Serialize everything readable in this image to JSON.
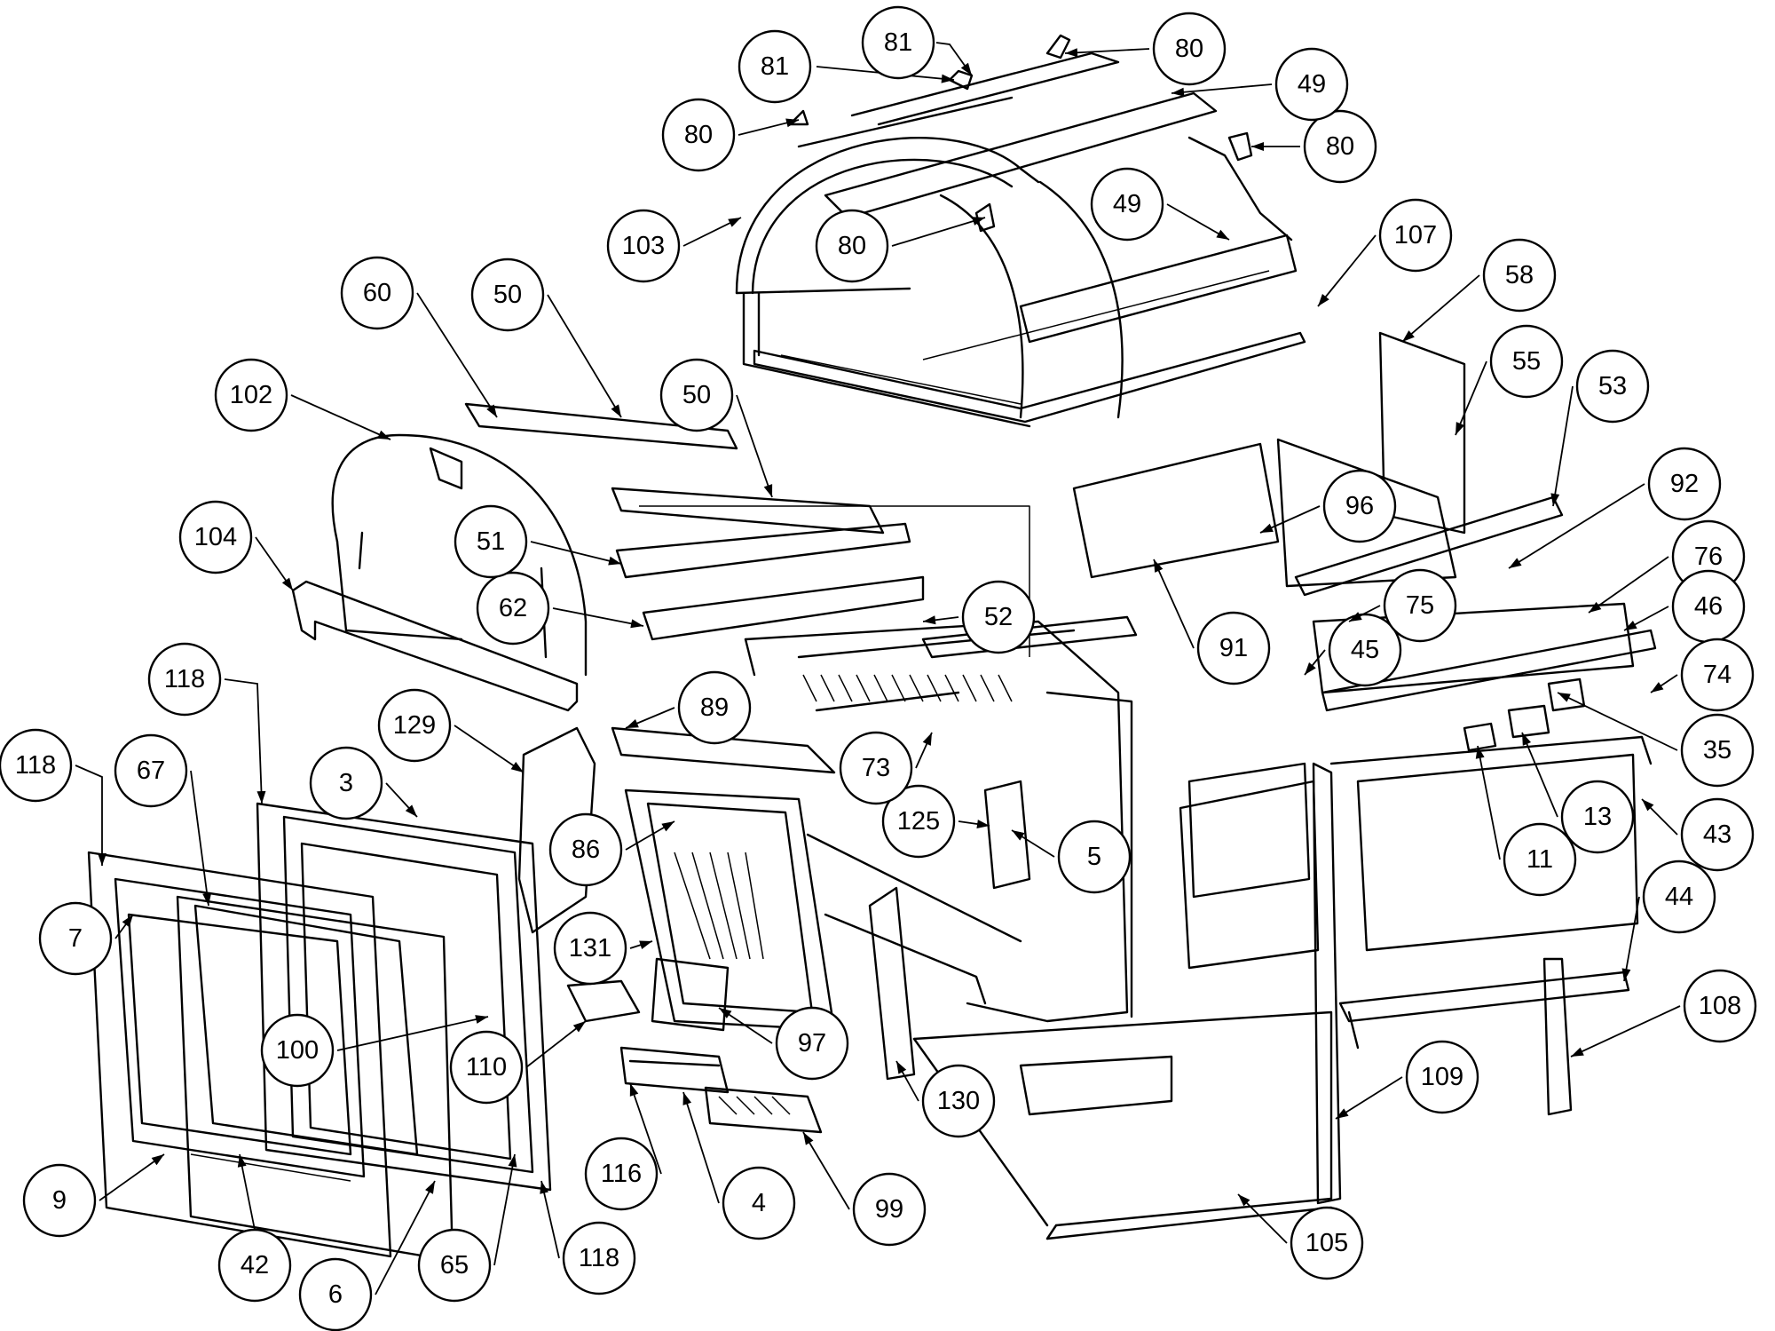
{
  "diagram": {
    "type": "exploded-parts-drawing",
    "callouts": [
      {
        "id": "81a",
        "label": "81"
      },
      {
        "id": "81b",
        "label": "81"
      },
      {
        "id": "80a",
        "label": "80"
      },
      {
        "id": "80b",
        "label": "80"
      },
      {
        "id": "80c",
        "label": "80"
      },
      {
        "id": "80d",
        "label": "80"
      },
      {
        "id": "49a",
        "label": "49"
      },
      {
        "id": "49b",
        "label": "49"
      },
      {
        "id": "103",
        "label": "103"
      },
      {
        "id": "107",
        "label": "107"
      },
      {
        "id": "58",
        "label": "58"
      },
      {
        "id": "55",
        "label": "55"
      },
      {
        "id": "53",
        "label": "53"
      },
      {
        "id": "92",
        "label": "92"
      },
      {
        "id": "76",
        "label": "76"
      },
      {
        "id": "46",
        "label": "46"
      },
      {
        "id": "74",
        "label": "74"
      },
      {
        "id": "35",
        "label": "35"
      },
      {
        "id": "13",
        "label": "13"
      },
      {
        "id": "43",
        "label": "43"
      },
      {
        "id": "11",
        "label": "11"
      },
      {
        "id": "44",
        "label": "44"
      },
      {
        "id": "108",
        "label": "108"
      },
      {
        "id": "109",
        "label": "109"
      },
      {
        "id": "105",
        "label": "105"
      },
      {
        "id": "99",
        "label": "99"
      },
      {
        "id": "4",
        "label": "4"
      },
      {
        "id": "130",
        "label": "130"
      },
      {
        "id": "97",
        "label": "97"
      },
      {
        "id": "116",
        "label": "116"
      },
      {
        "id": "110",
        "label": "110"
      },
      {
        "id": "100",
        "label": "100"
      },
      {
        "id": "9",
        "label": "9"
      },
      {
        "id": "42",
        "label": "42"
      },
      {
        "id": "6",
        "label": "6"
      },
      {
        "id": "65",
        "label": "65"
      },
      {
        "id": "118a",
        "label": "118"
      },
      {
        "id": "118b",
        "label": "118"
      },
      {
        "id": "118c",
        "label": "118"
      },
      {
        "id": "7",
        "label": "7"
      },
      {
        "id": "67",
        "label": "67"
      },
      {
        "id": "3",
        "label": "3"
      },
      {
        "id": "129",
        "label": "129"
      },
      {
        "id": "86",
        "label": "86"
      },
      {
        "id": "131",
        "label": "131"
      },
      {
        "id": "125",
        "label": "125"
      },
      {
        "id": "5",
        "label": "5"
      },
      {
        "id": "73",
        "label": "73"
      },
      {
        "id": "89",
        "label": "89"
      },
      {
        "id": "52",
        "label": "52"
      },
      {
        "id": "62",
        "label": "62"
      },
      {
        "id": "51",
        "label": "51"
      },
      {
        "id": "104",
        "label": "104"
      },
      {
        "id": "102",
        "label": "102"
      },
      {
        "id": "60",
        "label": "60"
      },
      {
        "id": "50a",
        "label": "50"
      },
      {
        "id": "50b",
        "label": "50"
      },
      {
        "id": "96",
        "label": "96"
      },
      {
        "id": "91",
        "label": "91"
      },
      {
        "id": "45",
        "label": "45"
      },
      {
        "id": "75",
        "label": "75"
      }
    ]
  }
}
